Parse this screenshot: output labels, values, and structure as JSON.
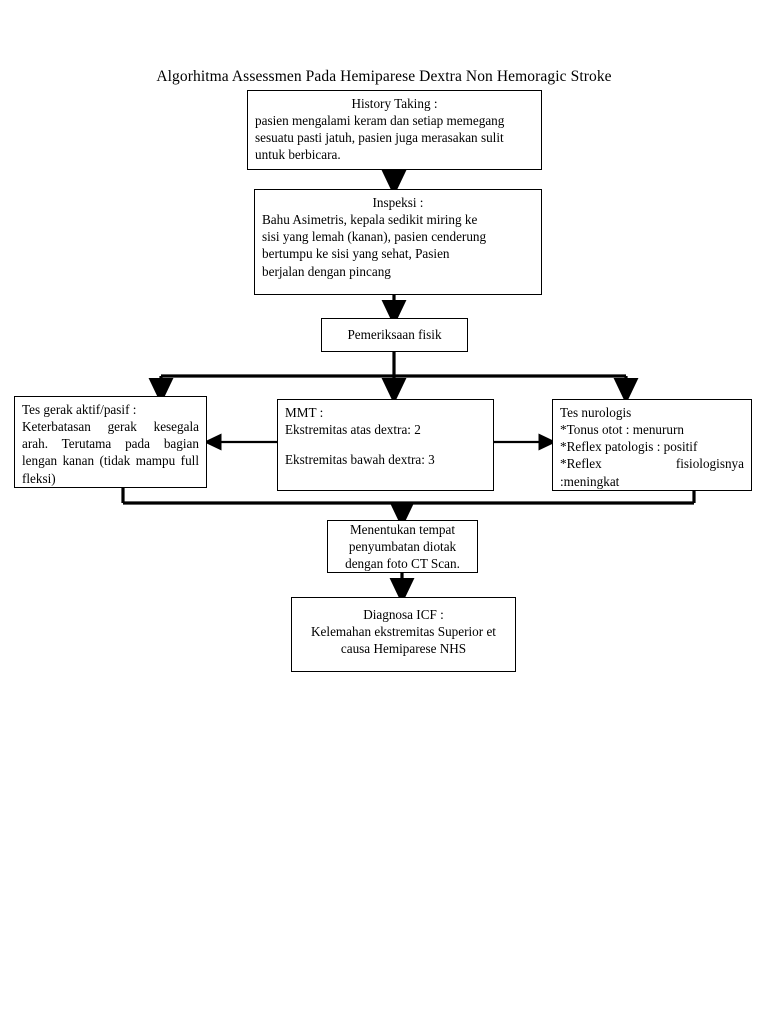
{
  "document": {
    "title": "Algorhitma Assessmen Pada Hemiparese Dextra Non Hemoragic Stroke",
    "stroke_color": "#000000",
    "background_color": "#ffffff"
  },
  "nodes": {
    "history": {
      "heading": "History Taking :",
      "line1": "pasien mengalami keram dan setiap memegang",
      "line2": "sesuatu pasti jatuh, pasien juga merasakan sulit",
      "line3": "untuk berbicara."
    },
    "inspeksi": {
      "heading": "Inspeksi :",
      "line1": "Bahu Asimetris, kepala sedikit miring ke",
      "line2": "sisi yang lemah (kanan), pasien cenderung",
      "line3": "bertumpu ke sisi yang sehat, Pasien",
      "line4": "berjalan dengan pincang"
    },
    "pemeriksaan": {
      "label": "Pemeriksaan fisik"
    },
    "tes_gerak": {
      "heading": "Tes gerak aktif/pasif :",
      "body": "Keterbatasan gerak kesegala arah. Terutama pada bagian lengan kanan (tidak mampu full fleksi)"
    },
    "mmt": {
      "heading": "MMT :",
      "line1": "Ekstremitas atas dextra: 2",
      "line2": "Ekstremitas bawah dextra: 3"
    },
    "tes_nurologis": {
      "heading": "Tes nurologis",
      "line1": "*Tonus otot : menururn",
      "line2": "*Reflex patologis : positif",
      "line3": "*Reflex fisiologisnya",
      "line4": ":meningkat"
    },
    "ct_scan": {
      "line1": "Menentukan tempat",
      "line2": "penyumbatan diotak",
      "line3": "dengan foto CT Scan."
    },
    "diagnosa": {
      "heading": "Diagnosa ICF :",
      "line1": "Kelemahan ekstremitas Superior et",
      "line2": "causa Hemiparese NHS"
    }
  },
  "connectors": [
    {
      "name": "history-to-inspeksi",
      "type": "arrow-down"
    },
    {
      "name": "inspeksi-to-pemeriksaan",
      "type": "arrow-down"
    },
    {
      "name": "pemeriksaan-fanout",
      "type": "fan-out-three"
    },
    {
      "name": "mmt-to-tes-gerak",
      "type": "arrow-left"
    },
    {
      "name": "mmt-to-tes-nurologis",
      "type": "arrow-right"
    },
    {
      "name": "three-to-ct-scan",
      "type": "fan-in"
    },
    {
      "name": "ct-scan-to-diagnosa",
      "type": "arrow-down"
    }
  ]
}
